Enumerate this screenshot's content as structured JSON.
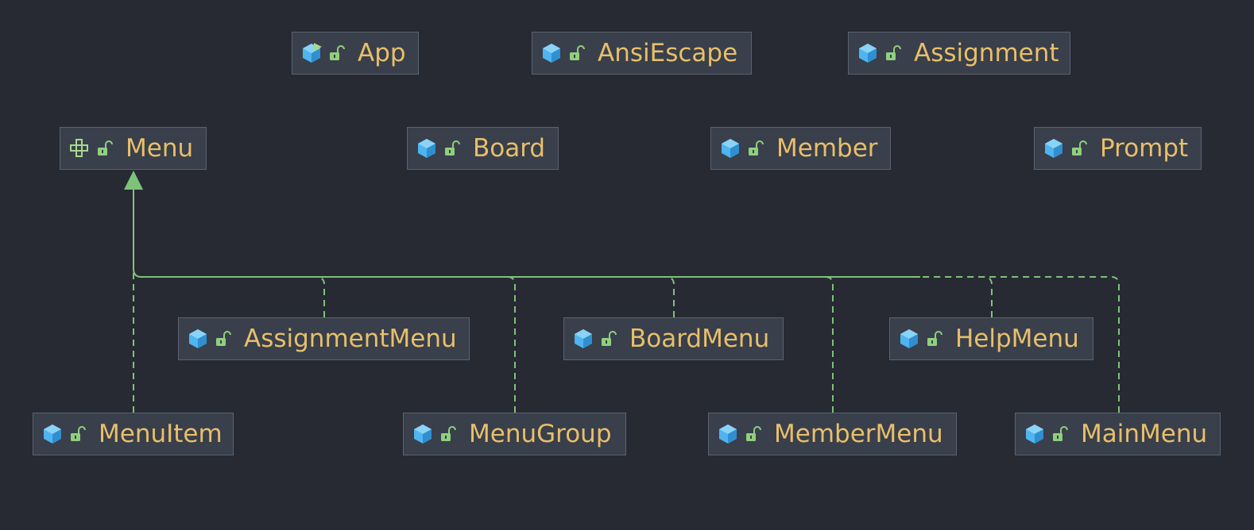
{
  "colors": {
    "background": "#272a33",
    "node_fill": "#393f4b",
    "node_border": "#5b6270",
    "label": "#e8bf6a",
    "class_icon": "#4fb4ef",
    "interface_icon": "#a7d98c",
    "lock_icon": "#8fcf7e",
    "edge": "#7ec27a"
  },
  "nodes": [
    {
      "id": "App",
      "label": "App",
      "kind": "main-class"
    },
    {
      "id": "AnsiEscape",
      "label": "AnsiEscape",
      "kind": "class"
    },
    {
      "id": "Assignment",
      "label": "Assignment",
      "kind": "class"
    },
    {
      "id": "Menu",
      "label": "Menu",
      "kind": "interface"
    },
    {
      "id": "Board",
      "label": "Board",
      "kind": "class"
    },
    {
      "id": "Member",
      "label": "Member",
      "kind": "class"
    },
    {
      "id": "Prompt",
      "label": "Prompt",
      "kind": "class"
    },
    {
      "id": "AssignmentMenu",
      "label": "AssignmentMenu",
      "kind": "class"
    },
    {
      "id": "BoardMenu",
      "label": "BoardMenu",
      "kind": "class"
    },
    {
      "id": "HelpMenu",
      "label": "HelpMenu",
      "kind": "class"
    },
    {
      "id": "MenuItem",
      "label": "MenuItem",
      "kind": "class"
    },
    {
      "id": "MenuGroup",
      "label": "MenuGroup",
      "kind": "class"
    },
    {
      "id": "MemberMenu",
      "label": "MemberMenu",
      "kind": "class"
    },
    {
      "id": "MainMenu",
      "label": "MainMenu",
      "kind": "class"
    }
  ],
  "edges": [
    {
      "from": "MenuItem",
      "to": "Menu",
      "type": "implements"
    },
    {
      "from": "AssignmentMenu",
      "to": "Menu",
      "type": "implements"
    },
    {
      "from": "MenuGroup",
      "to": "Menu",
      "type": "implements"
    },
    {
      "from": "BoardMenu",
      "to": "Menu",
      "type": "implements"
    },
    {
      "from": "MemberMenu",
      "to": "Menu",
      "type": "implements"
    },
    {
      "from": "HelpMenu",
      "to": "Menu",
      "type": "implements"
    },
    {
      "from": "MainMenu",
      "to": "Menu",
      "type": "implements"
    }
  ]
}
